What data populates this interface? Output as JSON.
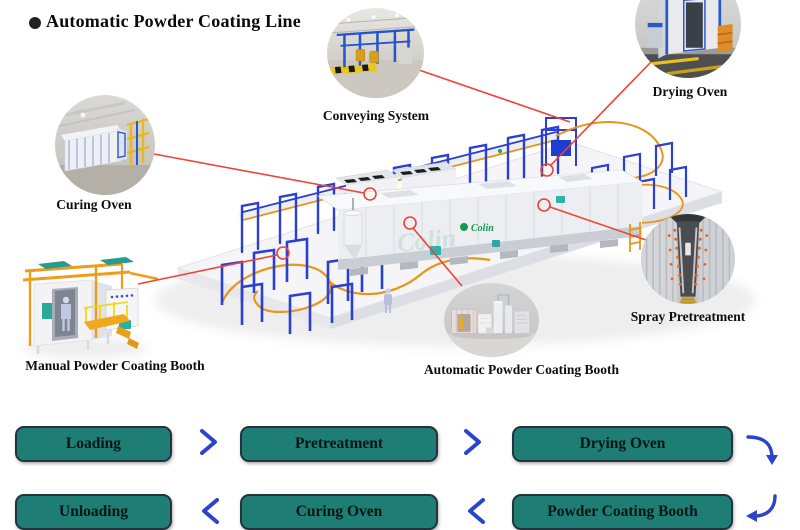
{
  "title": "Automatic Powder Coating Line",
  "callouts": {
    "conveying": "Conveying System",
    "drying": "Drying Oven",
    "curing": "Curing Oven",
    "spray": "Spray Pretreatment",
    "automatic": "Automatic Powder Coating Booth",
    "manual": "Manual Powder Coating Booth"
  },
  "machine": {
    "brand": "Colin"
  },
  "flow": {
    "row1": [
      "Loading",
      "Pretreatment",
      "Drying Oven"
    ],
    "row2": [
      "Unloading",
      "Curing Oven",
      "Powder Coating Booth"
    ]
  },
  "colors": {
    "step_fill": "#1E7E76",
    "arrow_blue": "#2B43CD",
    "callout_line_red": "#EF4238",
    "frame_blue": "#2B3FD0",
    "conveyor_orange": "#E8951C",
    "brand_green": "#1A9A50"
  }
}
